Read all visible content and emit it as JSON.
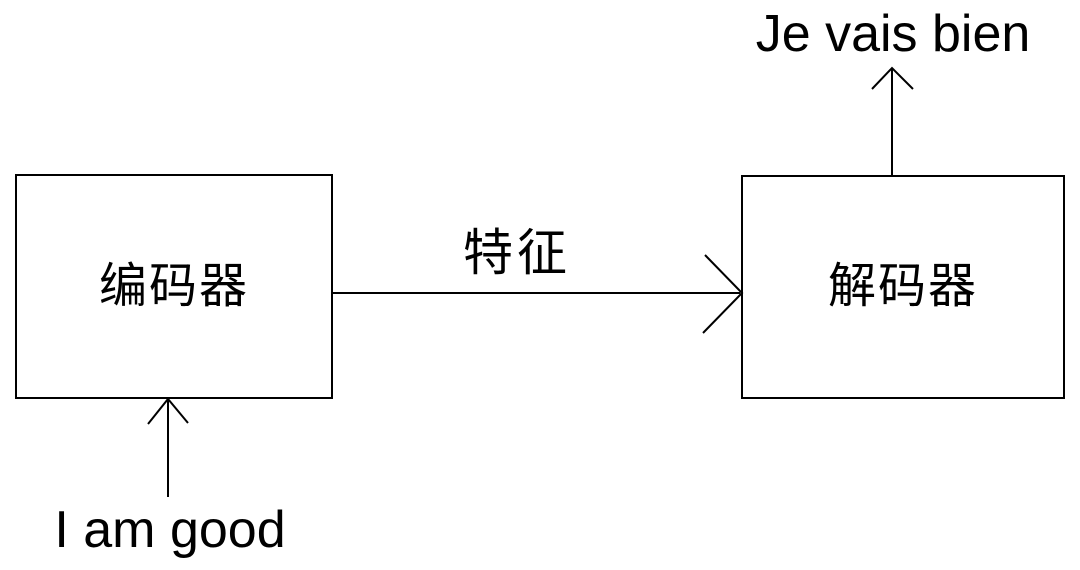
{
  "diagram": {
    "background_color": "#ffffff",
    "line_color": "#000000",
    "text_color": "#000000",
    "nodes": {
      "encoder": {
        "label": "编码器"
      },
      "decoder": {
        "label": "解码器"
      }
    },
    "edges": {
      "feature": {
        "label": "特征",
        "from": "encoder",
        "to": "decoder"
      }
    },
    "input": {
      "text": "I am good"
    },
    "output": {
      "text": "Je vais bien"
    }
  }
}
